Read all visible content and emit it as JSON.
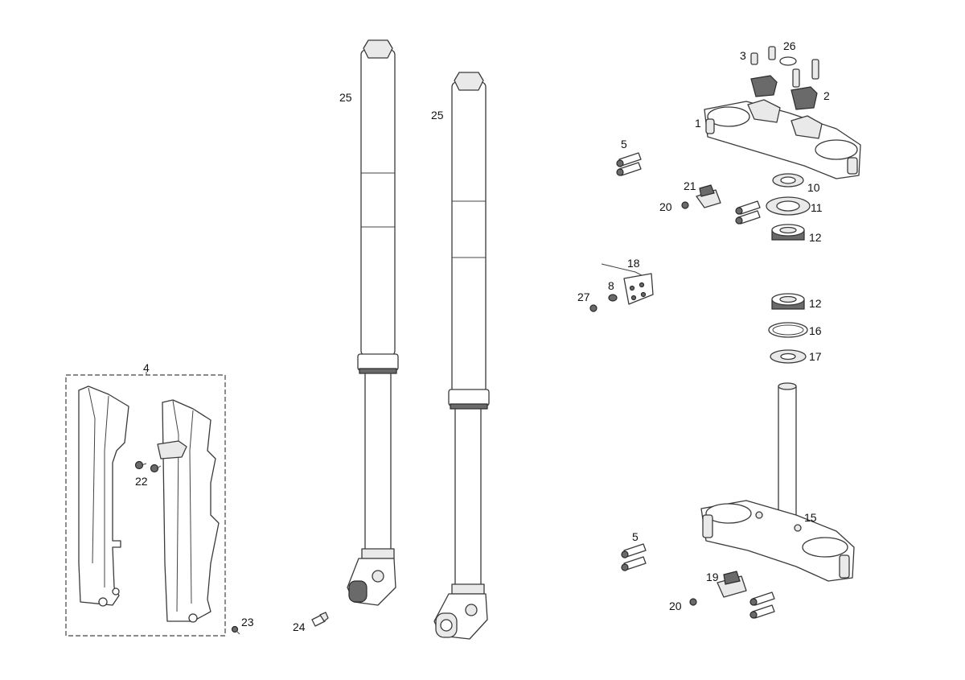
{
  "labels": {
    "l1": "1",
    "l2": "2",
    "l3": "3",
    "l4": "4",
    "l5a": "5",
    "l5b": "5",
    "l8": "8",
    "l10": "10",
    "l11": "11",
    "l12a": "12",
    "l12b": "12",
    "l15": "15",
    "l16": "16",
    "l17": "17",
    "l18": "18",
    "l19": "19",
    "l20a": "20",
    "l20b": "20",
    "l21": "21",
    "l22": "22",
    "l23": "23",
    "l24": "24",
    "l25a": "25",
    "l25b": "25",
    "l26": "26",
    "l27": "27"
  }
}
